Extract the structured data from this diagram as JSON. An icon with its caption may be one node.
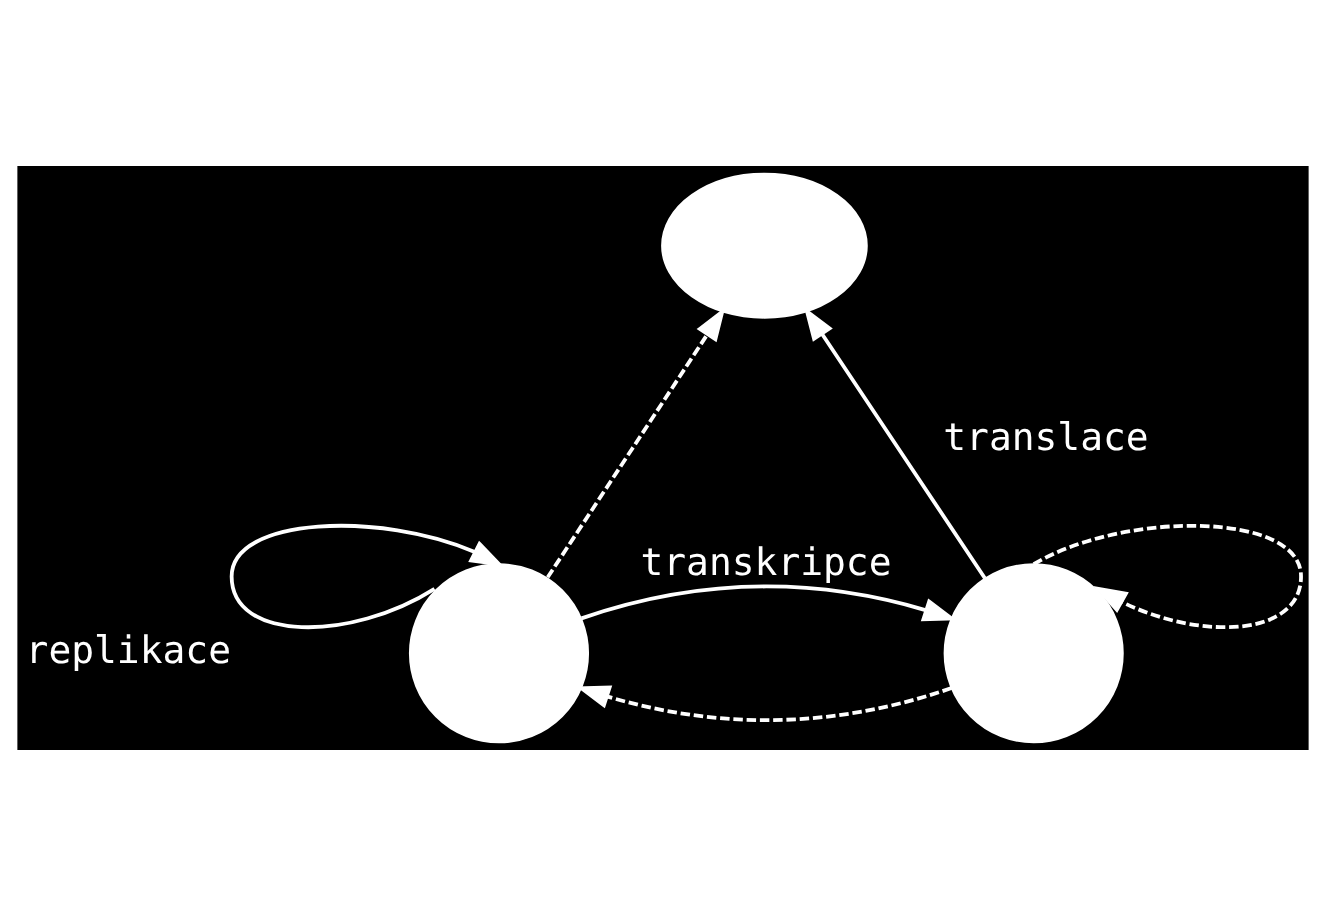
{
  "diagram": {
    "nodes": [
      {
        "text": [],
        "shape": "ellipse"
      },
      {
        "text": [],
        "shape": "circle"
      },
      {
        "text": [],
        "shape": "circle"
      }
    ],
    "edges": [
      {
        "from": 1,
        "to": 1,
        "arrow": "to",
        "label": "replikace"
      },
      {
        "from": 1,
        "to": 0,
        "arrow": "to",
        "style": "dashed"
      },
      {
        "from": 1,
        "to": 2,
        "arrow": "to",
        "label": "transkripce"
      },
      {
        "from": 2,
        "to": 0,
        "arrow": "to",
        "label": "translace"
      },
      {
        "from": 2,
        "to": 2,
        "arrow": "to",
        "style": "dashed"
      },
      {
        "from": 2,
        "to": 1,
        "arrow": "to",
        "style": "dashed"
      }
    ]
  }
}
